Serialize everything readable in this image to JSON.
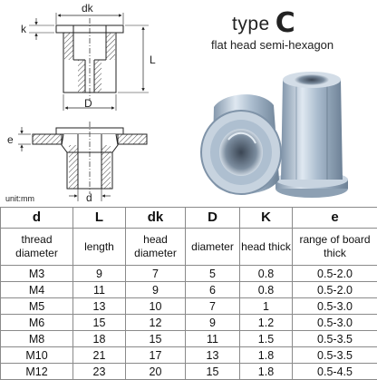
{
  "title": {
    "word": "type",
    "letter": "C"
  },
  "subtitle": "flat head semi-hexagon",
  "unit_label": "unit:mm",
  "drawing_labels": {
    "dk": "dk",
    "k": "k",
    "L": "L",
    "D": "D",
    "e": "e",
    "d": "d"
  },
  "colors": {
    "line": "#222222",
    "hatch": "#444444",
    "border": "#8a8a8a",
    "steel": "#9fb4c9"
  },
  "columns": [
    {
      "symbol": "d",
      "desc": "thread diameter"
    },
    {
      "symbol": "L",
      "desc": "length"
    },
    {
      "symbol": "dk",
      "desc": "head diameter"
    },
    {
      "symbol": "D",
      "desc": "diameter"
    },
    {
      "symbol": "K",
      "desc": "head thick"
    },
    {
      "symbol": "e",
      "desc": "range of board thick"
    }
  ],
  "rows": [
    [
      "M3",
      "9",
      "7",
      "5",
      "0.8",
      "0.5-2.0"
    ],
    [
      "M4",
      "11",
      "9",
      "6",
      "0.8",
      "0.5-2.0"
    ],
    [
      "M5",
      "13",
      "10",
      "7",
      "1",
      "0.5-3.0"
    ],
    [
      "M6",
      "15",
      "12",
      "9",
      "1.2",
      "0.5-3.0"
    ],
    [
      "M8",
      "18",
      "15",
      "11",
      "1.5",
      "0.5-3.5"
    ],
    [
      "M10",
      "21",
      "17",
      "13",
      "1.8",
      "0.5-3.5"
    ],
    [
      "M12",
      "23",
      "20",
      "15",
      "1.8",
      "0.5-4.5"
    ]
  ]
}
